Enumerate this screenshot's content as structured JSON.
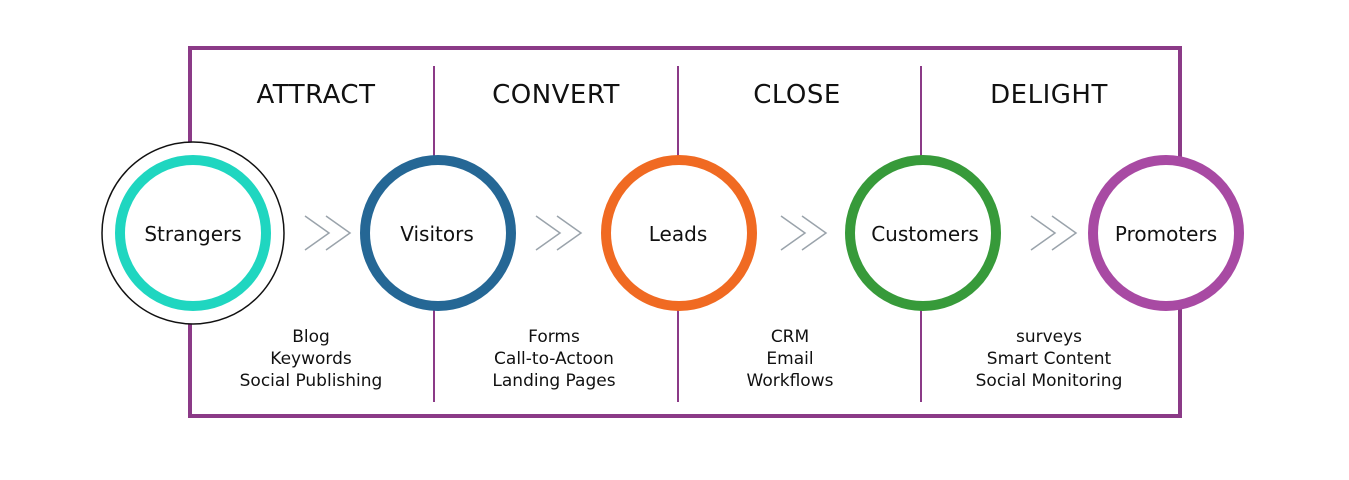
{
  "title": "Inbound Methodology",
  "colors": {
    "frame": "#8b3a87",
    "strangers": "#1fd6c0",
    "visitors": "#256795",
    "leads": "#f06a22",
    "customers": "#379a3a",
    "promoters": "#a84aa3",
    "chevron": "#9aa3ab"
  },
  "stages": [
    {
      "name": "ATTRACT",
      "tools": [
        "Blog",
        "Keywords",
        "Social Publishing"
      ]
    },
    {
      "name": "CONVERT",
      "tools": [
        "Forms",
        "Call-to-Actoon",
        "Landing Pages"
      ]
    },
    {
      "name": "CLOSE",
      "tools": [
        "CRM",
        "Email",
        "Workflows"
      ]
    },
    {
      "name": "DELIGHT",
      "tools": [
        "surveys",
        "Smart Content",
        "Social Monitoring"
      ]
    }
  ],
  "personas": [
    {
      "label": "Strangers",
      "color_key": "strangers",
      "outer_ring": true
    },
    {
      "label": "Visitors",
      "color_key": "visitors"
    },
    {
      "label": "Leads",
      "color_key": "leads"
    },
    {
      "label": "Customers",
      "color_key": "customers"
    },
    {
      "label": "Promoters",
      "color_key": "promoters"
    }
  ],
  "connector_icon": "double-chevron-right-icon"
}
